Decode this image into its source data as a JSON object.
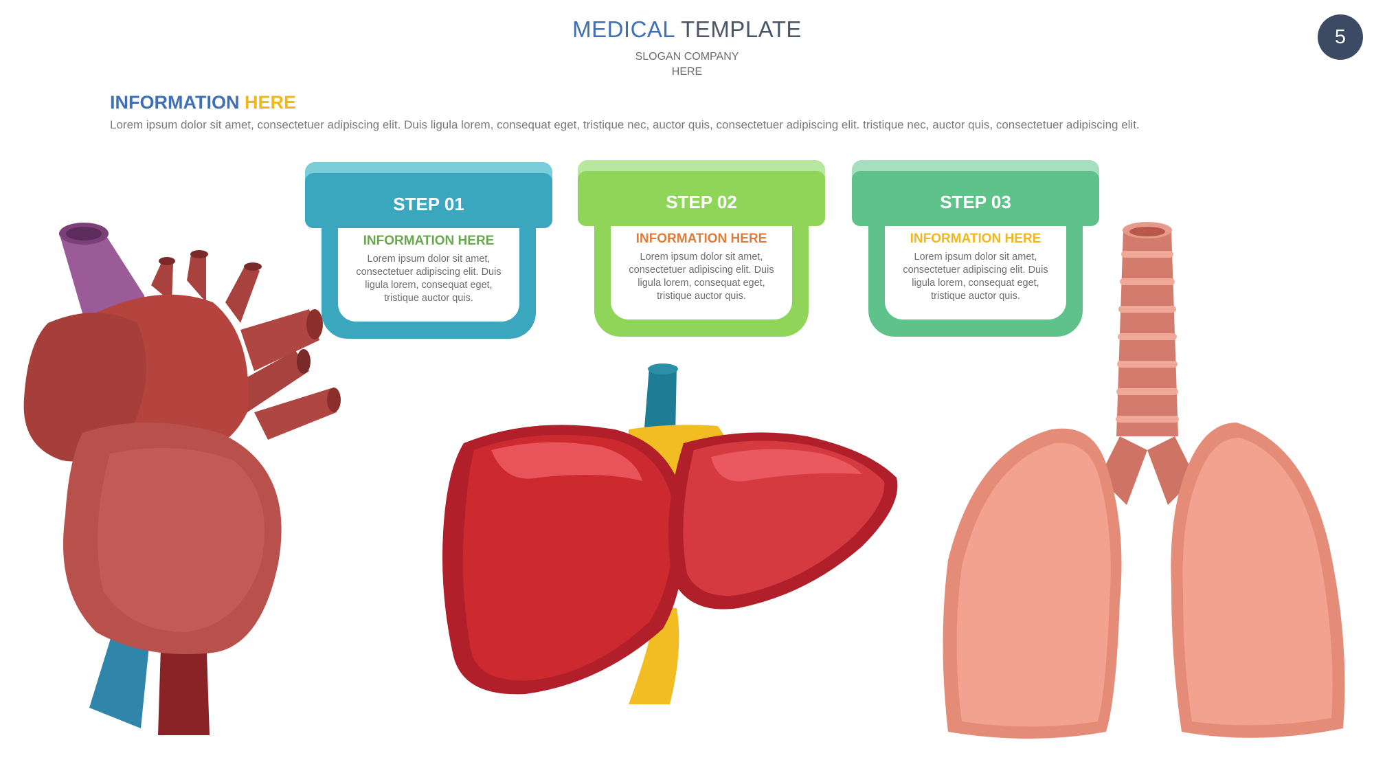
{
  "header": {
    "title_part1": "MEDICAL",
    "title_part2": " TEMPLATE",
    "slogan_line1": "SLOGAN COMPANY",
    "slogan_line2": "HERE",
    "page_number": "5"
  },
  "info": {
    "title_part1": "INFORMATION",
    "title_part2": " HERE",
    "body": "Lorem ipsum dolor sit amet, consectetuer adipiscing elit. Duis ligula lorem, consequat eget, tristique nec, auctor quis, consectetuer adipiscing elit. tristique nec, auctor quis, consectetuer adipiscing elit."
  },
  "steps": [
    {
      "label": "STEP 01",
      "title": "INFORMATION HERE",
      "text": "Lorem ipsum dolor sit amet, consectetuer adipiscing elit. Duis ligula lorem, consequat eget, tristique auctor quis.",
      "color": "#3aa7bf",
      "top_color": "#7ccdda",
      "title_color": "#6aa84f"
    },
    {
      "label": "STEP 02",
      "title": "INFORMATION HERE",
      "text": "Lorem ipsum dolor sit amet, consectetuer adipiscing elit. Duis ligula lorem, consequat eget, tristique auctor quis.",
      "color": "#8fd55a",
      "top_color": "#b8e7a0",
      "title_color": "#e07b39"
    },
    {
      "label": "STEP 03",
      "title": "INFORMATION HERE",
      "text": "Lorem ipsum dolor sit amet, consectetuer adipiscing elit. Duis ligula lorem, consequat eget, tristique auctor quis.",
      "color": "#5fc28a",
      "top_color": "#a6dfbf",
      "title_color": "#f2b71f"
    }
  ],
  "illustrations": {
    "heart": "heart-illustration",
    "liver": "liver-illustration",
    "lungs": "lungs-illustration"
  }
}
